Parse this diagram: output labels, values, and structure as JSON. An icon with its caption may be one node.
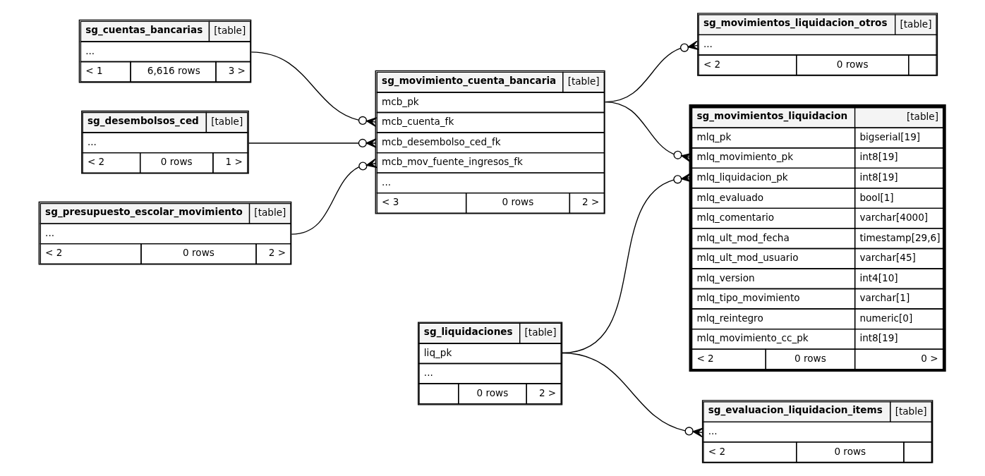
{
  "diagram": {
    "nodes": [
      {
        "text": [
          "sg_cuentas_bancarias",
          "[table]",
          "...",
          "< 1",
          "6,616 rows",
          "3 >"
        ]
      },
      {
        "text": [
          "sg_desembolsos_ced",
          "[table]",
          "...",
          "< 2",
          "0 rows",
          "1 >"
        ]
      },
      {
        "text": [
          "sg_presupuesto_escolar_movimiento",
          "[table]",
          "...",
          "< 2",
          "0 rows",
          "2 >"
        ]
      },
      {
        "text": [
          "sg_liquidaciones",
          "[table]",
          "liq_pk",
          "...",
          "0 rows",
          "2 >"
        ]
      },
      {
        "text": [
          "sg_movimiento_cuenta_bancaria",
          "[table]",
          "mcb_pk",
          "mcb_cuenta_fk",
          "mcb_desembolso_ced_fk",
          "mcb_mov_fuente_ingresos_fk",
          "...",
          "< 3",
          "0 rows",
          "2 >"
        ]
      },
      {
        "text": [
          "sg_evaluacion_liquidacion_items",
          "[table]",
          "...",
          "< 2",
          "0 rows"
        ]
      },
      {
        "text": [
          "sg_movimientos_liquidacion",
          "[table]",
          "mlq_pk",
          "bigserial[19]",
          "mlq_movimiento_pk",
          "int8[19]",
          "mlq_liquidacion_pk",
          "int8[19]",
          "mlq_evaluado",
          "bool[1]",
          "mlq_comentario",
          "varchar[4000]",
          "mlq_ult_mod_fecha",
          "timestamp[29,6]",
          "mlq_ult_mod_usuario",
          "varchar[45]",
          "mlq_version",
          "int4[10]",
          "mlq_tipo_movimiento",
          "varchar[1]",
          "mlq_reintegro",
          "numeric[0]",
          "mlq_movimiento_cc_pk",
          "int8[19]",
          "< 2",
          "0 rows",
          "0 >"
        ]
      },
      {
        "text": [
          "sg_movimientos_liquidacion_otros",
          "[table]",
          "...",
          "< 2",
          "0 rows"
        ]
      }
    ],
    "edges": [
      {
        "from": 3,
        "to": 5,
        "arrow": "other"
      },
      {
        "from": 3,
        "to": 6,
        "arrow": "other"
      },
      {
        "from": 4,
        "to": 6,
        "arrow": "other"
      },
      {
        "from": 4,
        "to": 7,
        "arrow": "other"
      },
      {
        "from": 0,
        "to": 4,
        "arrow": "other"
      },
      {
        "from": 1,
        "to": 4,
        "arrow": "other"
      },
      {
        "from": 2,
        "to": 4,
        "arrow": "other"
      }
    ]
  }
}
